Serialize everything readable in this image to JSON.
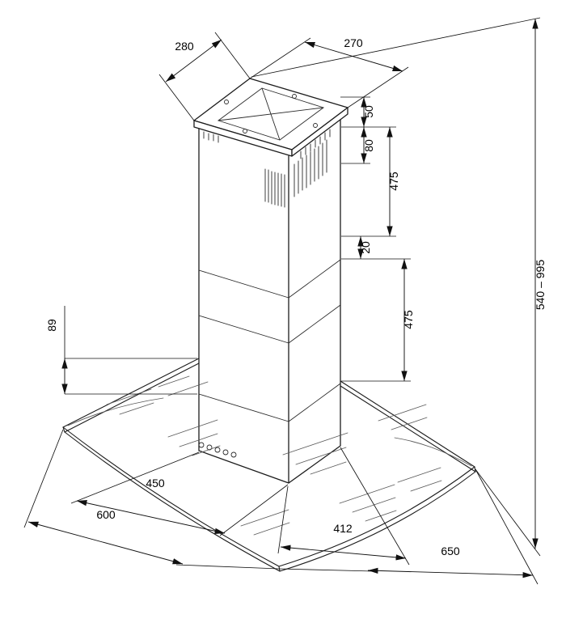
{
  "diagram": {
    "subject": "island-range-hood-dimension-drawing",
    "colors": {
      "ink": "#1c1c1c",
      "background": "#ffffff"
    },
    "dimensions": {
      "plate_depth_mm": "280",
      "plate_width_mm": "270",
      "flange_upper_mm": "50",
      "flange_lower_mm": "80",
      "upper_chimney_mm": "475",
      "chimney_overlap_mm": "20",
      "lower_chimney_mm": "475",
      "overall_height_range_mm": "540 – 995",
      "canopy_edge_height_mm": "89",
      "body_width_mm": "450",
      "glass_width_mm": "600",
      "body_depth_mm": "412",
      "glass_depth_mm": "650"
    }
  }
}
